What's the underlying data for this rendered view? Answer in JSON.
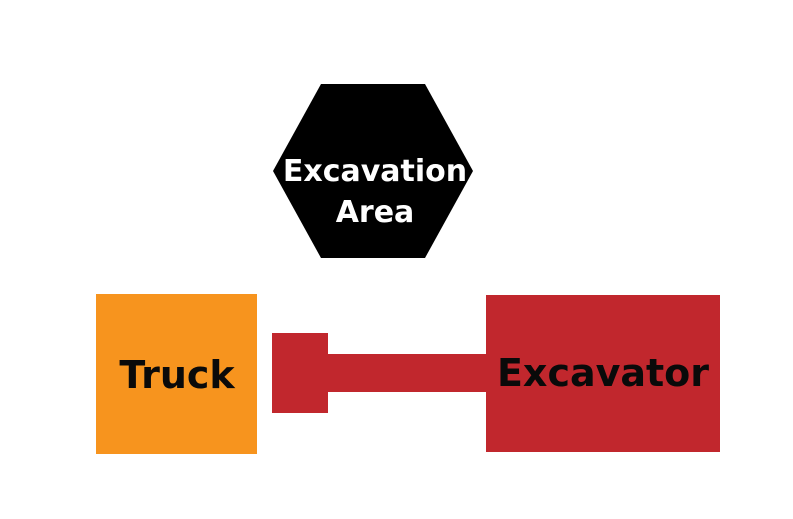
{
  "diagram": {
    "excavation_area": {
      "line1": "Excavation",
      "line2": "Area",
      "fill": "#000000",
      "text_color": "#ffffff"
    },
    "truck": {
      "label": "Truck",
      "fill": "#f7941e",
      "text_color": "#0a0a0a"
    },
    "excavator": {
      "label": "Excavator",
      "fill": "#c1272d",
      "arm_fill": "#c1272d",
      "text_color": "#0a0a0a"
    }
  }
}
